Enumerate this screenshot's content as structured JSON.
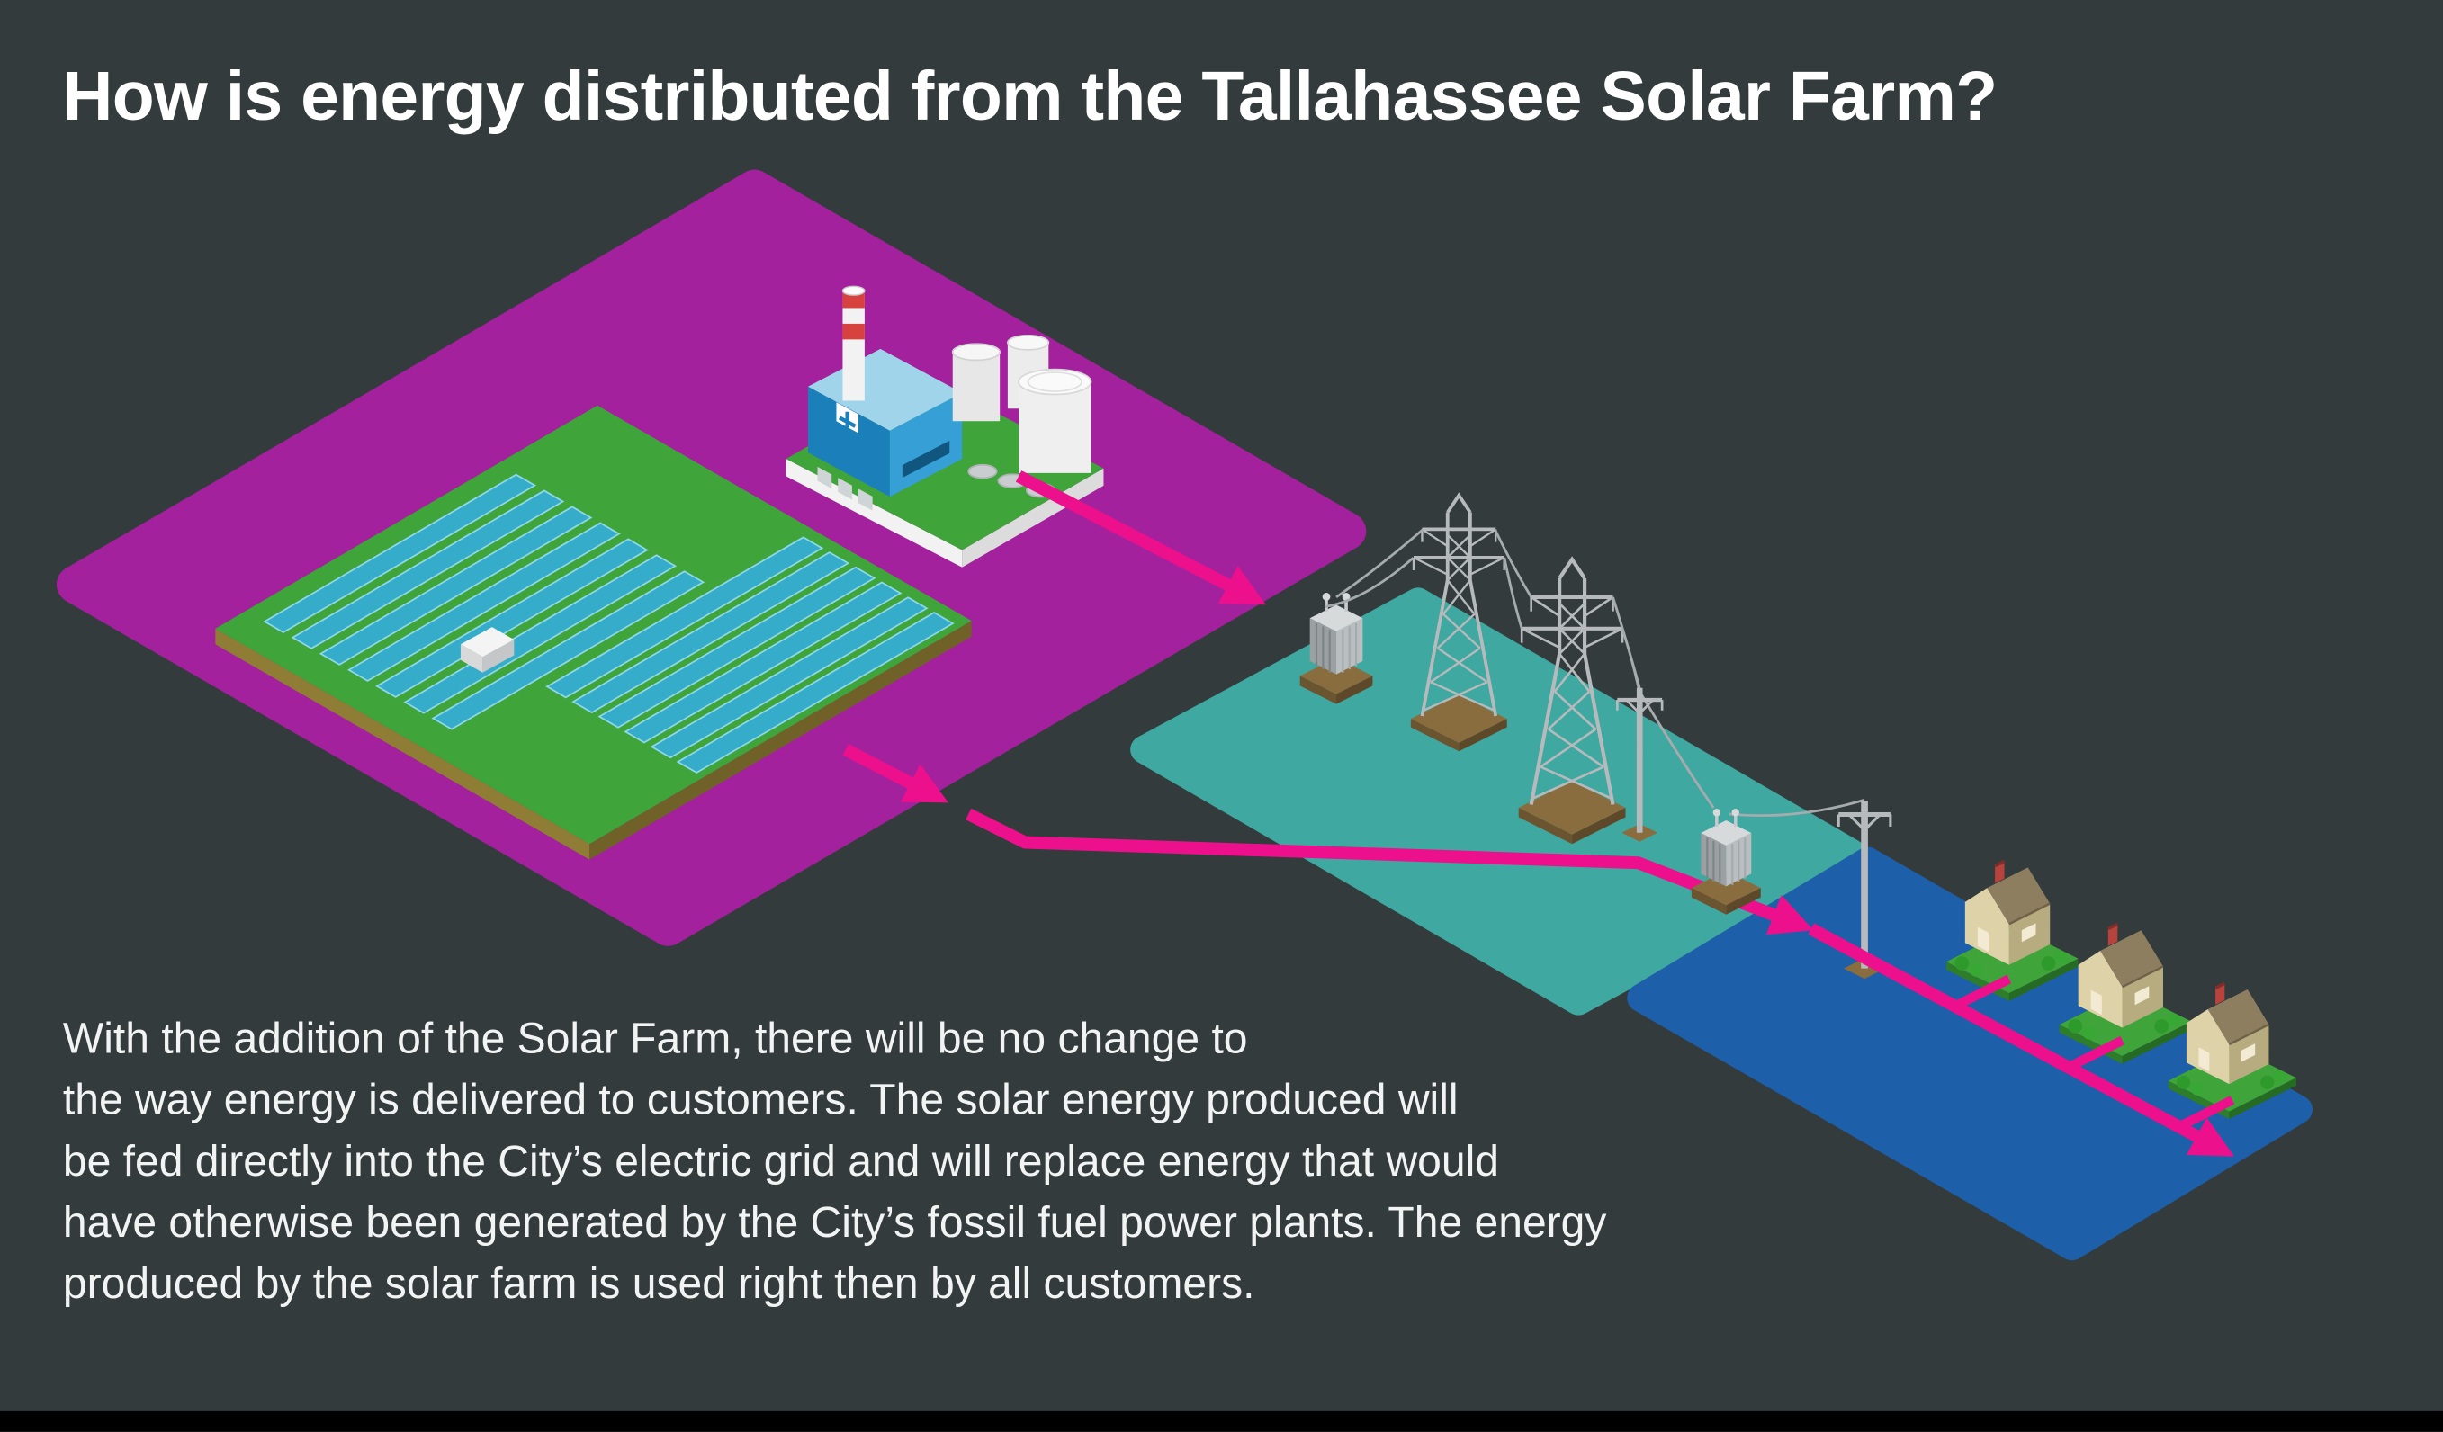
{
  "page": {
    "title": "How is energy distributed from the Tallahassee Solar Farm?"
  },
  "description": {
    "lines": [
      "With the addition of the Solar Farm, there will be no change to",
      "the way energy is delivered to customers. The solar energy produced will",
      "be fed directly into the City’s electric grid and will replace energy that would",
      "have otherwise been generated by the City’s fossil fuel power plants. The energy",
      "produced by the solar farm is used right then by all customers."
    ]
  },
  "colors": {
    "background": "#343b3d",
    "title_text": "#ffffff",
    "body_text": "#f2f3f3",
    "platform_solar_farm": "#a3219c",
    "platform_transmission": "#3fa8a0",
    "platform_homes": "#1d5fa8",
    "solar_field_green": "#3fa43a",
    "solar_panel_blue": "#35adca",
    "energy_flow_pink": "#ec108d",
    "footer_bar": "#000000"
  }
}
